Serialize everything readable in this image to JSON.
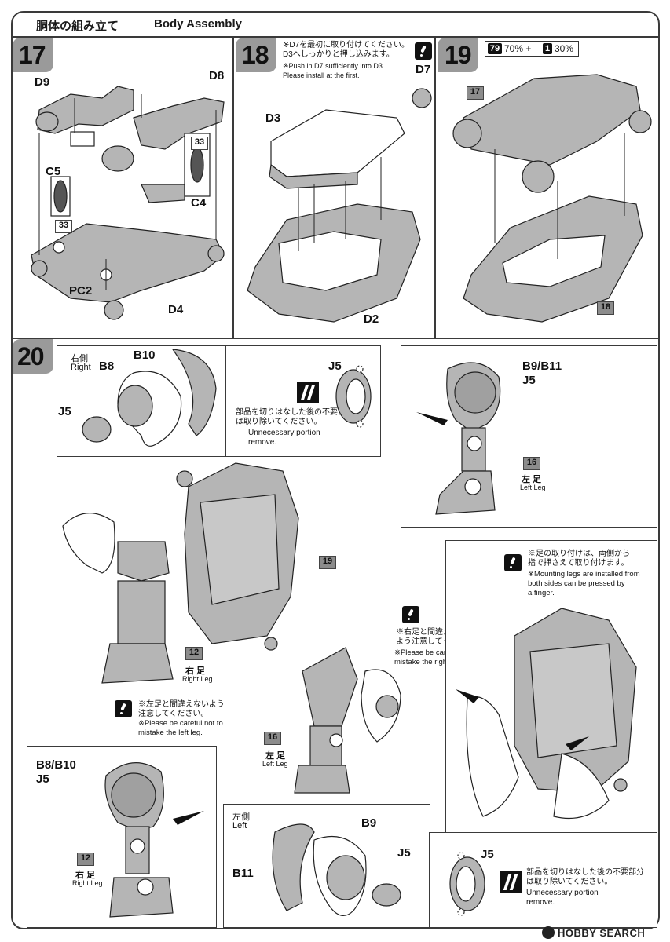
{
  "header": {
    "title_jp": "胴体の組み立て",
    "title_en": "Body Assembly"
  },
  "steps": {
    "s17": {
      "number": "17",
      "parts": {
        "d9": "D9",
        "d8": "D8",
        "c5": "C5",
        "c4": "C4",
        "pc2": "PC2",
        "d4": "D4",
        "tag33a": "33",
        "tag33b": "33"
      }
    },
    "s18": {
      "number": "18",
      "note_jp": "※D7を最初に取り付けてください。\nD3へしっかりと押し込みます。",
      "note_en": "※Push in D7 sufficiently into D3.\nPlease install at the first.",
      "parts": {
        "d7": "D7",
        "d3": "D3",
        "d2": "D2"
      }
    },
    "s19": {
      "number": "19",
      "paint_code": "79",
      "paint_pct1": "70% +",
      "paint_code2": "1",
      "paint_pct2": "30%",
      "tags": {
        "t17": "17",
        "t18": "18"
      }
    },
    "s20": {
      "number": "20",
      "right_box": {
        "side_jp": "右側",
        "side_en": "Right",
        "b8": "B8",
        "b10": "B10",
        "j5": "J5"
      },
      "cut_box": {
        "j5": "J5",
        "note_jp": "部品を切りはなした後の不要部分\nは取り除いてください。",
        "note_en": "Unnecessary portion\nremove."
      },
      "left_leg_box": {
        "parts": "B9/B11\nJ5",
        "tag": "16",
        "label_jp": "左 足",
        "label_en": "Left Leg"
      },
      "center": {
        "tag19": "19",
        "tag12": "12",
        "right_leg_jp": "右 足",
        "right_leg_en": "Right Leg",
        "tag16": "16",
        "left_leg_jp": "左 足",
        "left_leg_en": "Left Leg",
        "caution_right_jp": "※右足と間違えない\nよう注意してください。",
        "caution_right_en": "※Please be careful not to\nmistake the right leg.",
        "caution_left_jp": "※左足と間違えないよう\n注意してください。",
        "caution_left_en": "※Please be careful not to\nmistake the left leg."
      },
      "mount_box": {
        "note_jp": "※足の取り付けは、両側から\n指で押さえて取り付けます。",
        "note_en": "※Mounting legs are installed from\nboth sides can be pressed by\na finger."
      },
      "bottom_left": {
        "parts": "B8/B10\nJ5",
        "tag": "12",
        "label_jp": "右 足",
        "label_en": "Right Leg"
      },
      "bottom_left_side": {
        "side_jp": "左側",
        "side_en": "Left",
        "b9": "B9",
        "b11": "B11",
        "j5": "J5"
      },
      "bottom_cut": {
        "j5": "J5",
        "note_jp": "部品を切りはなした後の不要部分\nは取り除いてください。",
        "note_en": "Unnecessary portion\nremove."
      }
    }
  },
  "watermark": "HOBBY SEARCH",
  "colors": {
    "tag_gray": "#8c8c8c",
    "part_gray": "#b5b5b5",
    "ink": "#1a1a1a"
  }
}
